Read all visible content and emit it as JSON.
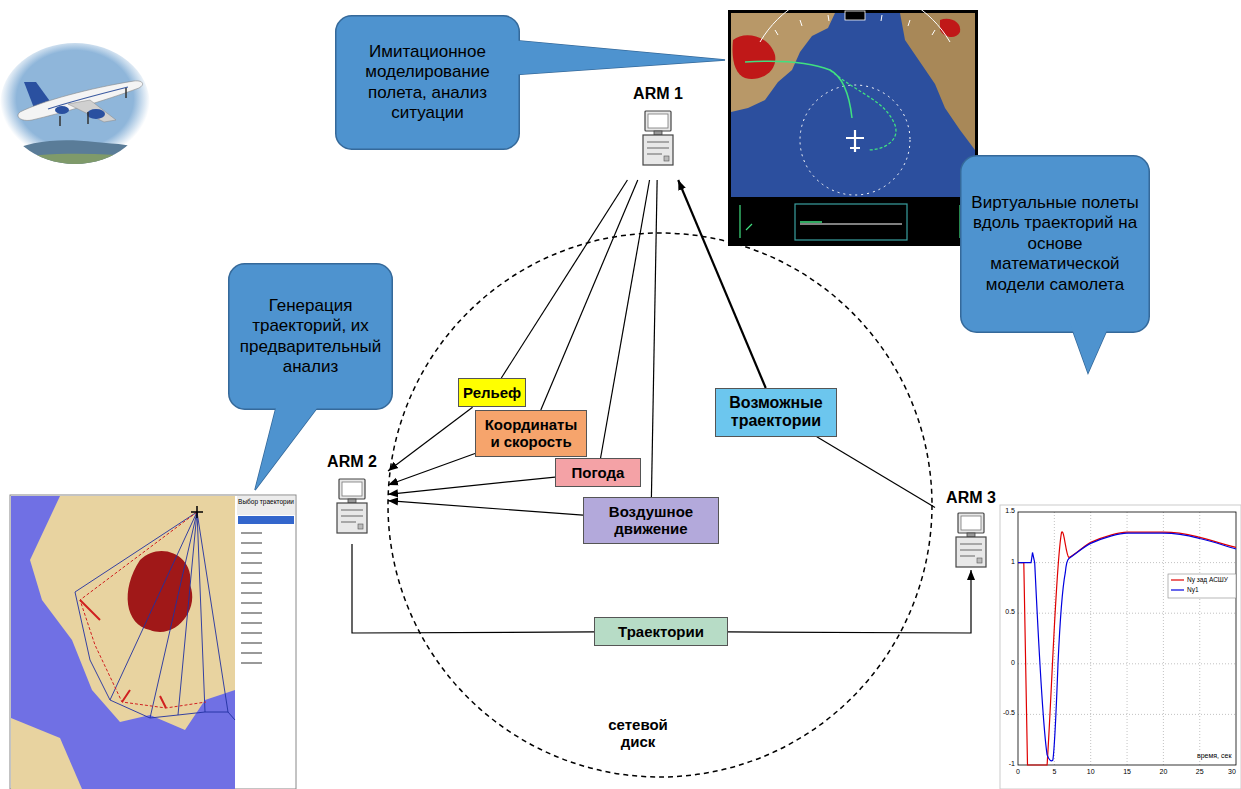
{
  "diagram": {
    "nodes": [
      {
        "text": [
          "Имитационное моделирование полета, анализ ситуации"
        ]
      },
      {
        "text": [
          "ARM 1"
        ]
      },
      {
        "text": [
          "Генерация траекторий, их предварительный анализ"
        ]
      },
      {
        "text": [
          "Рельеф"
        ]
      },
      {
        "text": [
          "Координаты и скорость"
        ]
      },
      {
        "text": [
          "Возможные траектории"
        ]
      },
      {
        "text": [
          "Погода"
        ]
      },
      {
        "text": [
          "Воздушное движение"
        ]
      },
      {
        "text": [
          "Виртуальные полеты вдоль траекторий на основе математической модели самолета"
        ]
      },
      {
        "text": [
          "ARM 2"
        ]
      },
      {
        "text": [
          "ARM 3"
        ]
      },
      {
        "text": [
          "Траектории"
        ]
      }
    ],
    "edges": [
      {
        "from": 1,
        "to": 3,
        "arrow": "none"
      },
      {
        "from": 3,
        "to": 9,
        "arrow": "to"
      },
      {
        "from": 1,
        "to": 4,
        "arrow": "none"
      },
      {
        "from": 4,
        "to": 9,
        "arrow": "to"
      },
      {
        "from": 1,
        "to": 6,
        "arrow": "none"
      },
      {
        "from": 6,
        "to": 9,
        "arrow": "to"
      },
      {
        "from": 1,
        "to": 7,
        "arrow": "none"
      },
      {
        "from": 7,
        "to": 9,
        "arrow": "to"
      },
      {
        "from": 10,
        "to": 5,
        "arrow": "none"
      },
      {
        "from": 5,
        "to": 1,
        "arrow": "to"
      },
      {
        "from": 9,
        "to": 11,
        "arrow": "none"
      },
      {
        "from": 11,
        "to": 10,
        "arrow": "to"
      }
    ],
    "labels": [
      "сетевой диск",
      "Выбор траектории",
      "1.5",
      "1",
      "0.5",
      "0",
      "-0.5",
      "-1",
      "0",
      "5",
      "10",
      "15",
      "20",
      "25",
      "30",
      "время, сек"
    ],
    "legend": [
      {
        "text": "Ny зад АСШУ"
      },
      {
        "text": "Ny1"
      }
    ]
  }
}
